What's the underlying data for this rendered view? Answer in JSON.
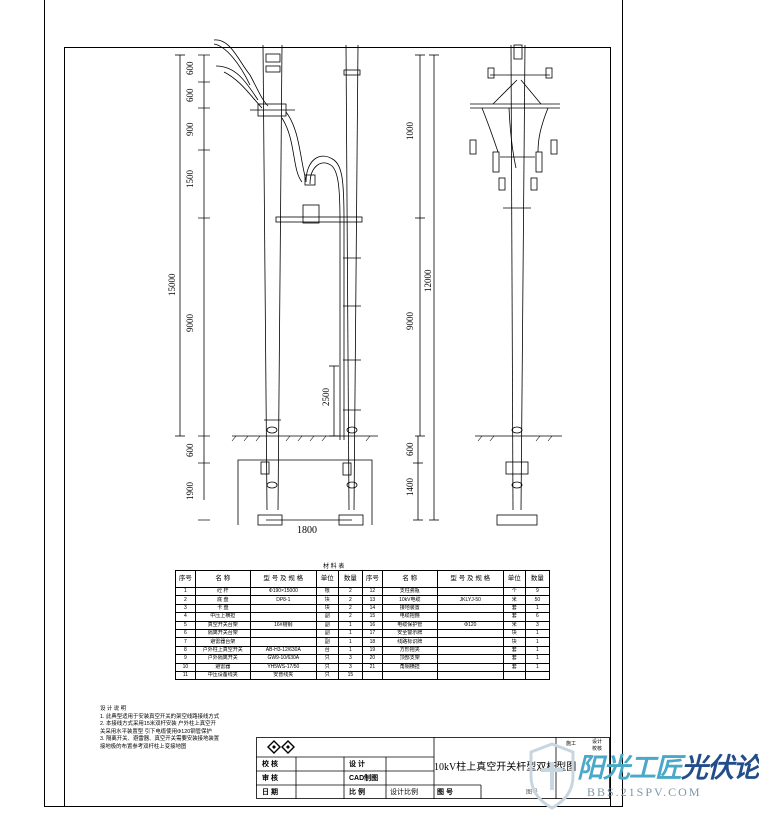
{
  "dimensions": {
    "left": [
      "600",
      "600",
      "900",
      "1500",
      "15000",
      "9000",
      "600",
      "1900"
    ],
    "middle": [
      "1000",
      "12000",
      "9000",
      "2500"
    ],
    "right": [
      "600",
      "1400"
    ],
    "span": "1800"
  },
  "materials": {
    "title": "材 料 表",
    "headers": [
      "序号",
      "名 称",
      "型 号 及 规 格",
      "单位",
      "数量",
      "序号",
      "名 称",
      "型 号 及 规 格",
      "单位",
      "数量"
    ],
    "rows": [
      [
        "1",
        "砼 杆",
        "Φ190×15000",
        "根",
        "2",
        "12",
        "支柱瓷瓶",
        "",
        "个",
        "9"
      ],
      [
        "2",
        "底 盘",
        "DP8-1",
        "块",
        "2",
        "13",
        "10kV电缆",
        "JKLYJ-50",
        "米",
        "50"
      ],
      [
        "3",
        "卡 盘",
        "",
        "块",
        "2",
        "14",
        "接地装置",
        "",
        "套",
        "1"
      ],
      [
        "4",
        "中压上横担",
        "",
        "副",
        "2",
        "15",
        "电缆抱箍",
        "",
        "套",
        "6"
      ],
      [
        "5",
        "真空开关台架",
        "16#槽钢",
        "副",
        "1",
        "16",
        "电缆保护管",
        "Φ120",
        "米",
        "3"
      ],
      [
        "6",
        "隔离开关台架",
        "",
        "副",
        "1",
        "17",
        "安全警示牌",
        "",
        "块",
        "1"
      ],
      [
        "7",
        "避雷器台架",
        "",
        "副",
        "1",
        "18",
        "线路标识牌",
        "",
        "块",
        "1"
      ],
      [
        "8",
        "户外柱上真空开关",
        "AB-H3-12/630A",
        "台",
        "1",
        "19",
        "方形抱夹",
        "",
        "套",
        "1"
      ],
      [
        "9",
        "户外隔离开关",
        "GW9-10/630A",
        "只",
        "3",
        "20",
        "顶部支架",
        "",
        "套",
        "1"
      ],
      [
        "10",
        "避雷器",
        "YH5WS-17/50",
        "只",
        "3",
        "21",
        "角钢横担",
        "",
        "套",
        "1"
      ],
      [
        "11",
        "中压设备线夹",
        "安普线夹",
        "只",
        "15",
        "",
        "",
        "",
        "",
        ""
      ]
    ]
  },
  "notes": {
    "heading": "设 计 说 明",
    "lines": [
      "1. 此典型适用于安装真空开关的架空线路接线方式",
      "2. 本接线方式采用15米双杆安装 户外柱上真空开",
      "   关采用水平装置型 引下电缆使用Φ120钢管保护",
      "3. 隔离开关、避雷器、真空开关需要安装接地装置",
      "   接地极的布置参考双杆柱上变接地图"
    ]
  },
  "title_block": {
    "row1": [
      "校 核",
      "设 计"
    ],
    "row2": [
      "审 核",
      "CAD制图"
    ],
    "row3": [
      "日 期",
      "比 例",
      "设计比例",
      "图 号"
    ],
    "drawing_title": "10kV柱上真空开关杆型双杆型图",
    "side": [
      "施工",
      "设计",
      "校核"
    ],
    "code_label": "图号"
  },
  "watermark": {
    "main_1": "阳光工匠",
    "main_2": "光伏论坛",
    "sub": "BBS.21SPV.COM"
  }
}
